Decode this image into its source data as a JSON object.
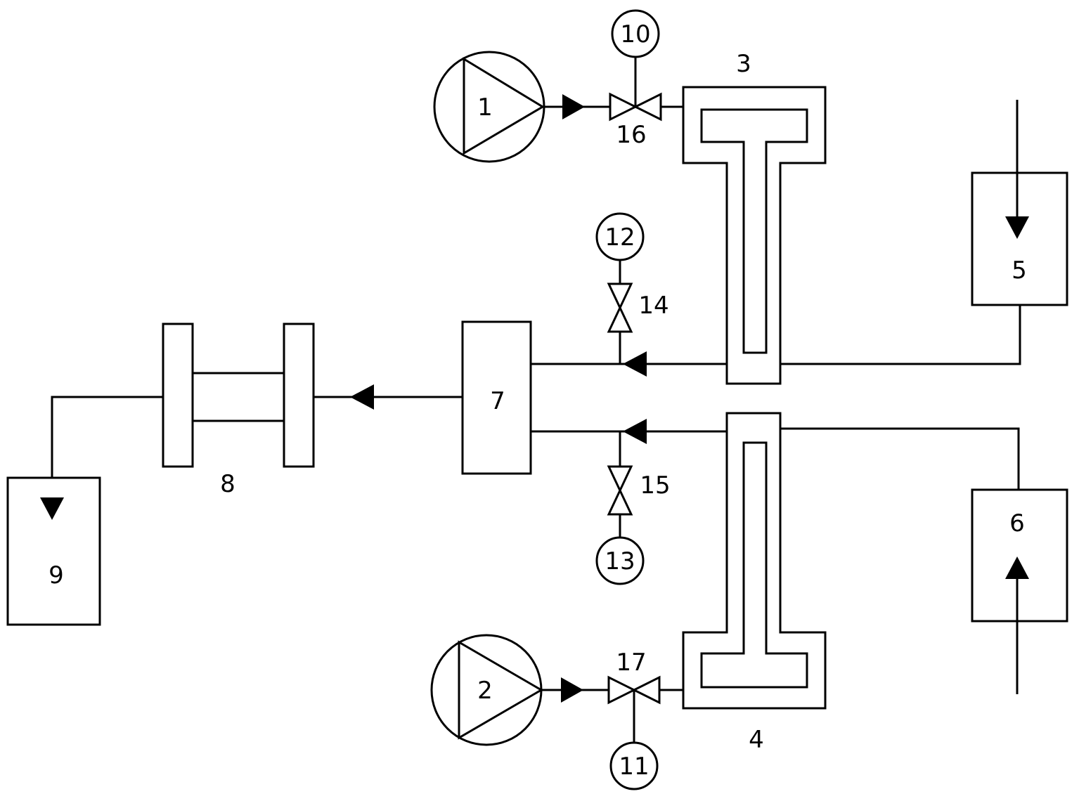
{
  "labels": {
    "pump_top": "1",
    "pump_bottom": "2",
    "exchanger_top": "3",
    "exchanger_bottom": "4",
    "box_top_right": "5",
    "box_bottom_right": "6",
    "mixer": "7",
    "filter": "8",
    "collector": "9",
    "gauge_top": "10",
    "gauge_bottom": "11",
    "gauge_mid_top": "12",
    "gauge_mid_bottom": "13",
    "valve_mid_top": "14",
    "valve_mid_bottom": "15",
    "valve_top": "16",
    "valve_bottom": "17"
  },
  "colors": {
    "stroke": "#000000",
    "background": "#ffffff"
  }
}
